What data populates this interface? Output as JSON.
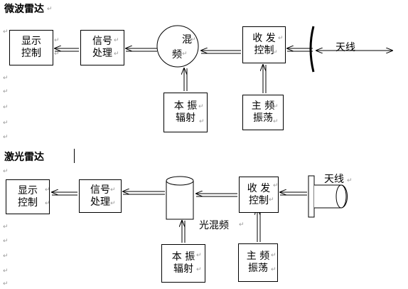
{
  "sections": [
    {
      "title": "微波雷达",
      "display": [
        "显示",
        "控制"
      ],
      "signal": [
        "信号",
        "处理"
      ],
      "mixer": [
        "混",
        "频"
      ],
      "tx_rx": [
        "收 发",
        "控制"
      ],
      "local_osc": [
        "本 振",
        "辐射"
      ],
      "main_osc": [
        "主 频",
        "振荡"
      ],
      "antenna": "天线"
    },
    {
      "title": "激光雷达",
      "display": [
        "显示",
        "控制"
      ],
      "signal": [
        "信号",
        "处理"
      ],
      "mixer_label": "光混频",
      "tx_rx": [
        "收 发",
        "控制"
      ],
      "local_osc": [
        "本 振",
        "辐射"
      ],
      "main_osc": [
        "主 频",
        "振荡"
      ],
      "antenna": "天线"
    }
  ],
  "paragraph_mark": "↵"
}
